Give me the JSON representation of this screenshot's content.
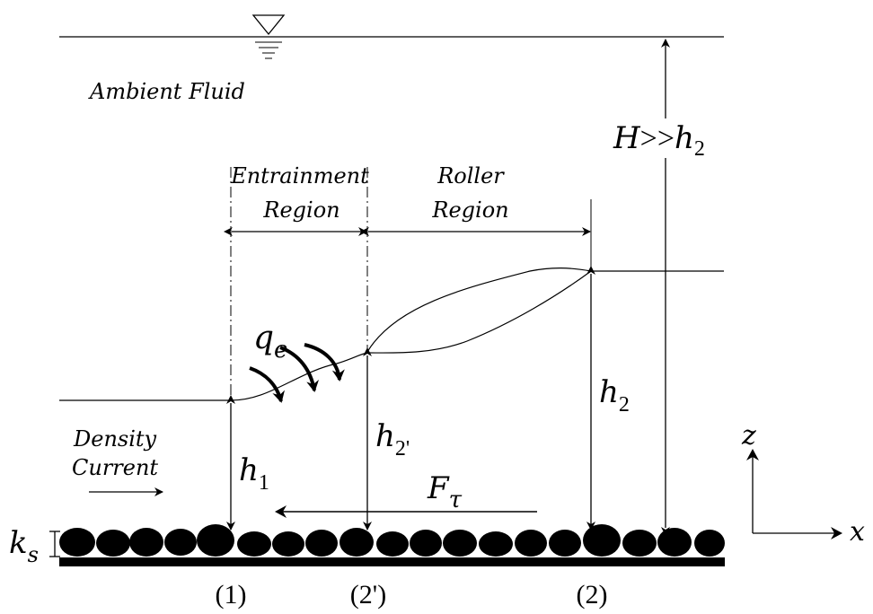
{
  "labels": {
    "ambient_fluid": "Ambient Fluid",
    "H": "H",
    "gtgt": ">>",
    "h": "h",
    "sub_2": "2",
    "sub_1": "1",
    "sub_2p": "2'",
    "entrainment_line1": "Entrainment",
    "entrainment_line2": "Region",
    "roller_line1": "Roller",
    "roller_line2": "Region",
    "q": "q",
    "sub_e": "e",
    "density_line1": "Density",
    "density_line2": "Current",
    "F": "F",
    "sub_tau": "τ",
    "k": "k",
    "sub_s": "s",
    "z_axis": "z",
    "x_axis": "x",
    "section_1": "(1)",
    "section_2p": "(2')",
    "section_2": "(2)"
  }
}
